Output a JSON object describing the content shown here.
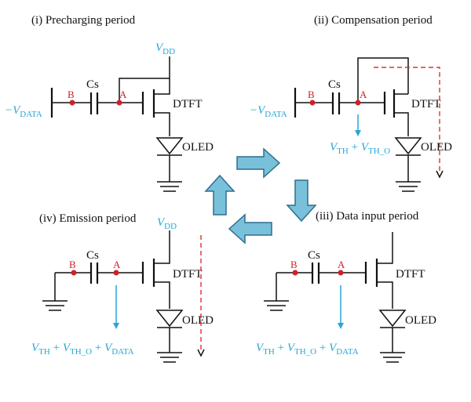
{
  "periods": {
    "i": {
      "title": "(i) Precharging period",
      "vdd": "V",
      "vdd_sub": "DD",
      "input_minus": "−V",
      "input_sub": "DATA",
      "node_b": "B",
      "node_a": "A",
      "cap": "Cs",
      "tft": "DTFT",
      "oled": "OLED"
    },
    "ii": {
      "title": "(ii) Compensation period",
      "input_minus": "−V",
      "input_sub": "DATA",
      "node_b": "B",
      "node_a": "A",
      "cap": "Cs",
      "tft": "DTFT",
      "oled": "OLED",
      "eq": {
        "v1": "V",
        "s1": "TH",
        "plus": " + ",
        "v2": "V",
        "s2": "TH_O"
      }
    },
    "iii": {
      "title": "(iii) Data input period",
      "node_b": "B",
      "node_a": "A",
      "cap": "Cs",
      "tft": "DTFT",
      "oled": "OLED",
      "eq": {
        "v1": "V",
        "s1": "TH",
        "plus1": " + ",
        "v2": "V",
        "s2": "TH_O",
        "plus2": " + ",
        "v3": "V",
        "s3": "DATA"
      }
    },
    "iv": {
      "title": "(iv) Emission period",
      "vdd": "V",
      "vdd_sub": "DD",
      "node_b": "B",
      "node_a": "A",
      "cap": "Cs",
      "tft": "DTFT",
      "oled": "OLED",
      "eq": {
        "v1": "V",
        "s1": "TH",
        "plus1": " + ",
        "v2": "V",
        "s2": "TH_O",
        "plus2": " + ",
        "v3": "V",
        "s3": "DATA"
      }
    }
  },
  "colors": {
    "node": "#d0202a",
    "signal": "#27a6d4",
    "flow": "#e03030",
    "arrow_fill": "#79c0da"
  }
}
